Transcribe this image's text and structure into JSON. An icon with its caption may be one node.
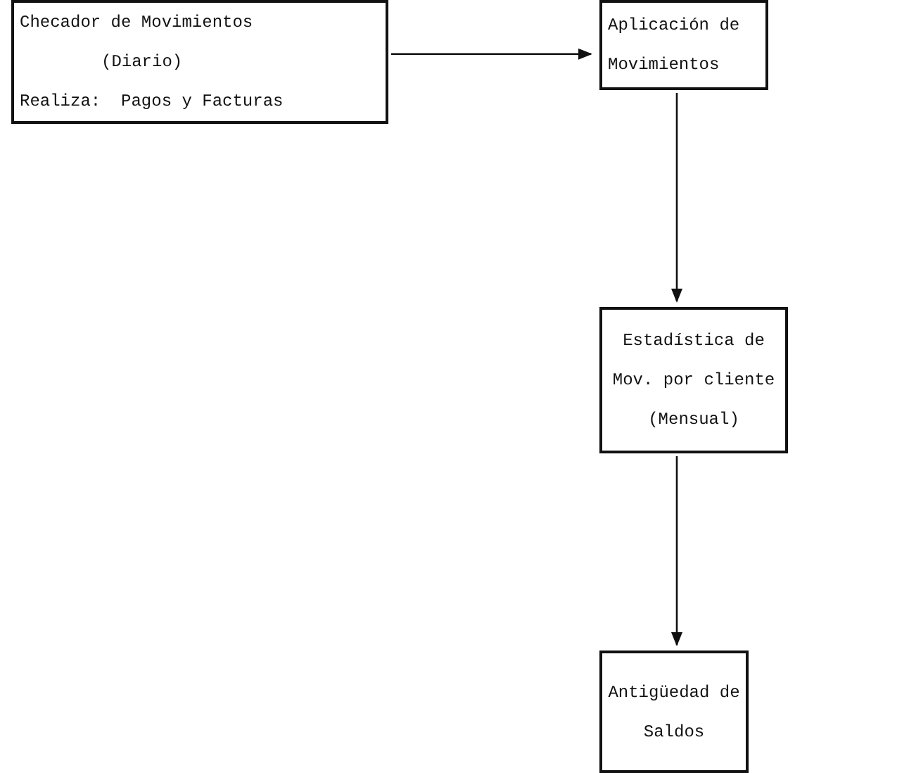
{
  "diagram": {
    "nodes": [
      {
        "text": [
          "Checador de Movimientos",
          "(Diario)",
          "Realiza:  Pagos y Facturas"
        ]
      },
      {
        "text": [
          "Aplicación de Movimientos"
        ]
      },
      {
        "text": [
          "Estadística de Mov. por cliente",
          "(Mensual)"
        ]
      },
      {
        "text": [
          "Antigüedad de Saldos"
        ]
      }
    ],
    "edges": [
      {
        "from": 0,
        "to": 1,
        "arrow": "to"
      },
      {
        "from": 1,
        "to": 2,
        "arrow": "to"
      },
      {
        "from": 2,
        "to": 3,
        "arrow": "to"
      }
    ]
  }
}
